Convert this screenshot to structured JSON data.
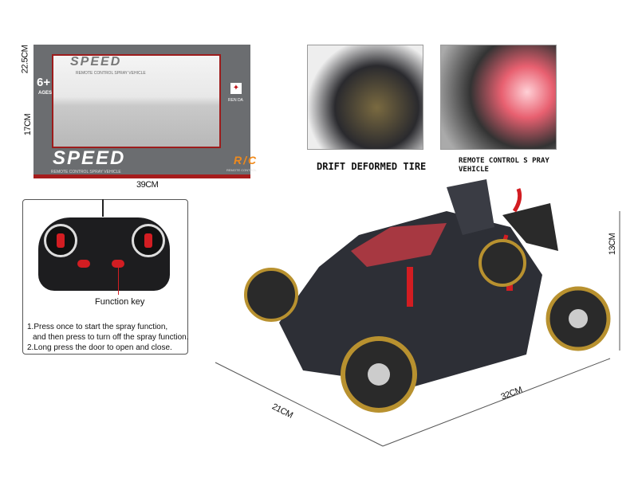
{
  "box": {
    "brand": "SPEED",
    "subtitle": "REMOTE CONTROL SPRAY VEHICLE",
    "age": "6+",
    "age_label": "AGES",
    "maker": "REN DA",
    "rc_badge": "R/C",
    "rc_label": "REMOTE CONTROL",
    "dim_height": "22.5CM",
    "dim_depth": "17CM",
    "dim_width": "39CM"
  },
  "features": [
    {
      "caption": "DRIFT DEFORMED TIRE"
    },
    {
      "caption": "REMOTE CONTROL S PRAY VEHICLE"
    }
  ],
  "remote": {
    "callout": "Function key",
    "instructions": [
      "1.Press once to start the spray function,",
      "and then press to turn off the spray function.",
      "2.Long press the door to open and close."
    ]
  },
  "car": {
    "dim_height": "13CM",
    "dim_width": "21CM",
    "dim_length": "32CM"
  },
  "colors": {
    "accent_red": "#c0161b",
    "box_gray": "#6b6d70",
    "tire_gold": "#b8912f"
  }
}
